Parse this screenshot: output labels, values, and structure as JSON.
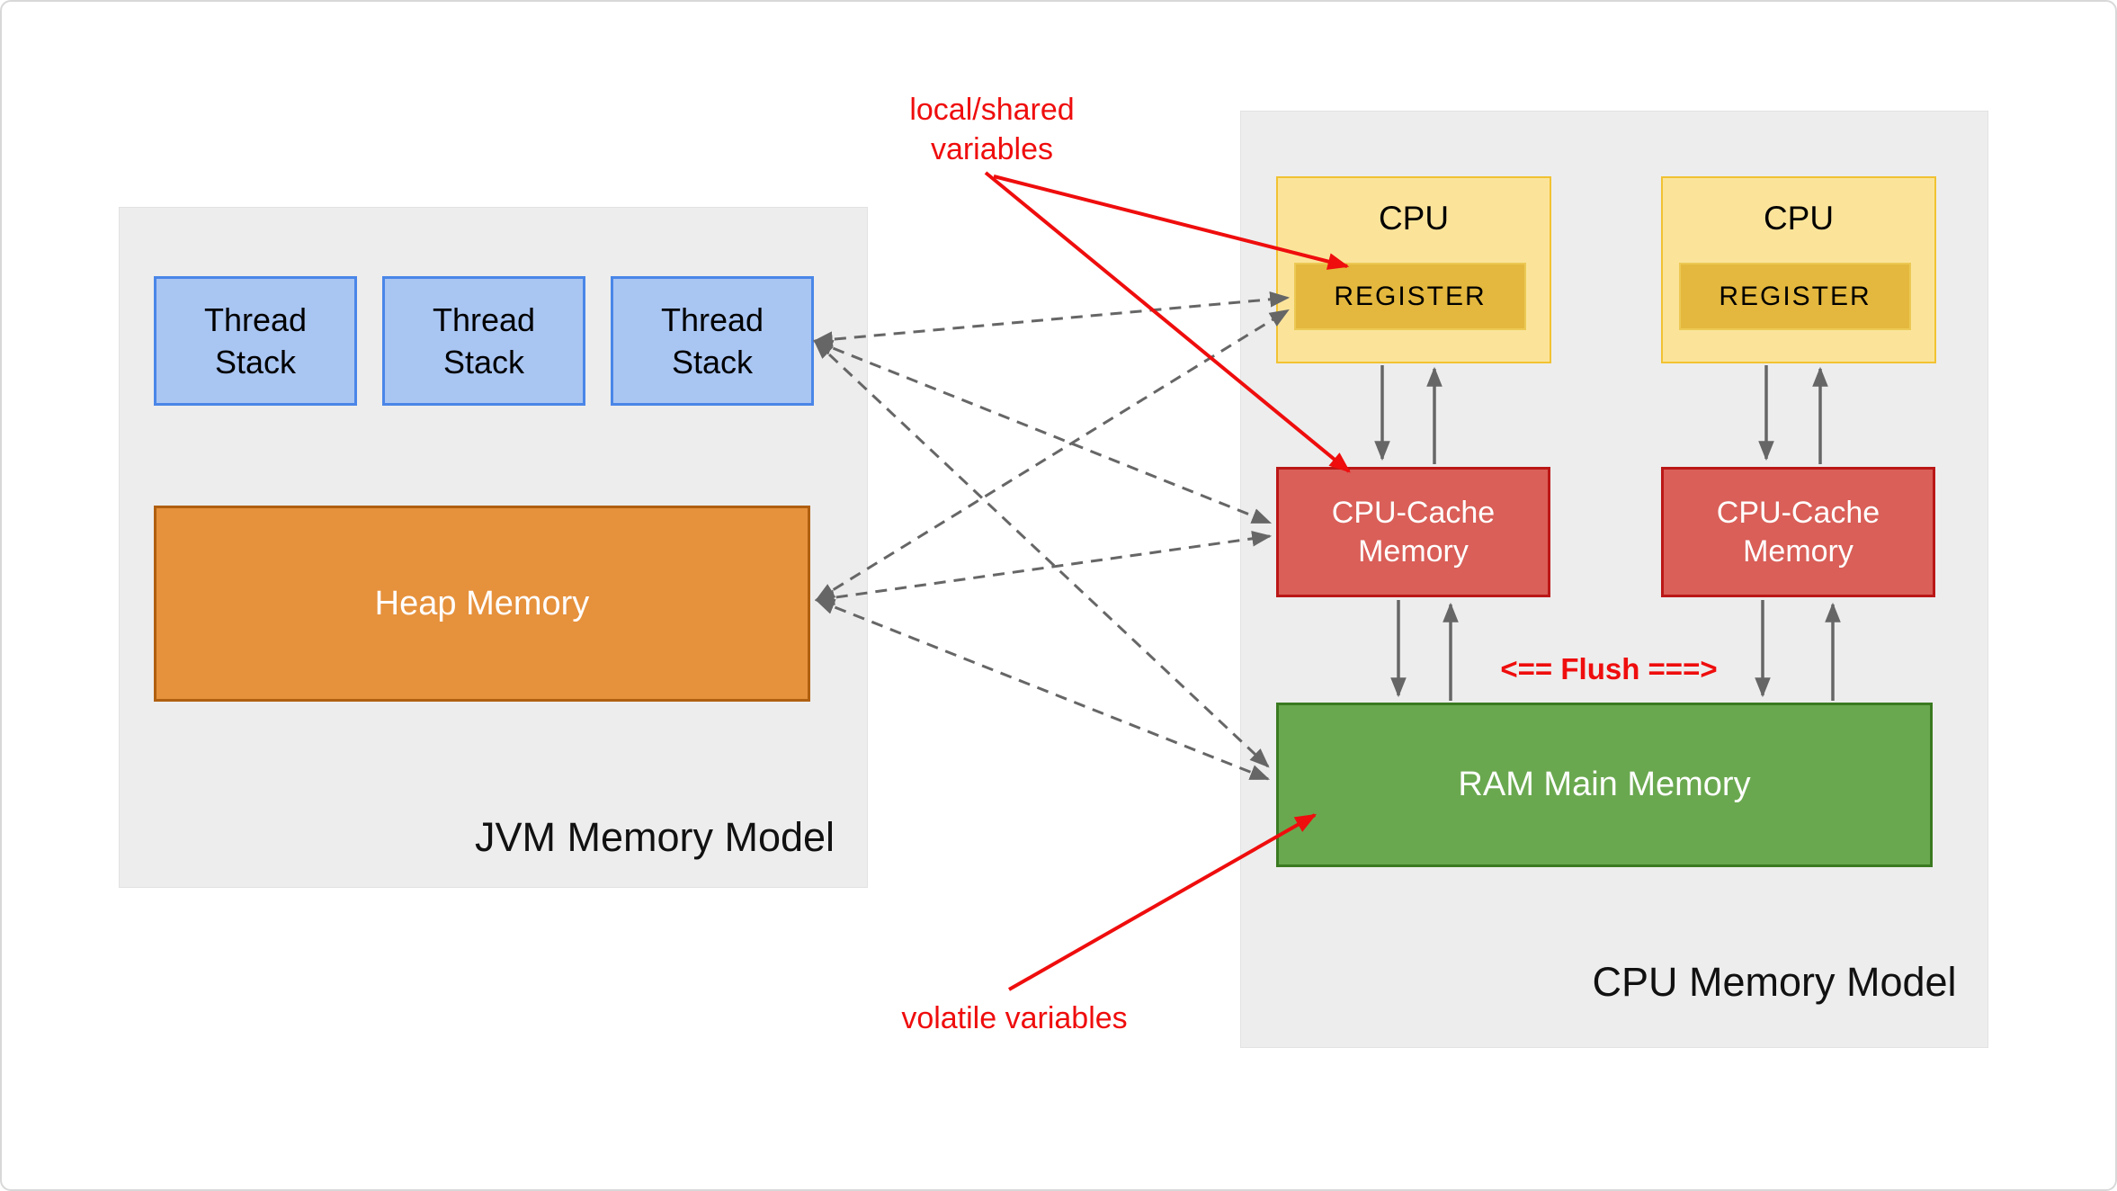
{
  "jvm_model": {
    "title": "JVM Memory Model",
    "thread_stacks": [
      "Thread Stack",
      "Thread Stack",
      "Thread Stack"
    ],
    "heap_label": "Heap Memory"
  },
  "cpu_model": {
    "title": "CPU Memory Model",
    "cpus": [
      {
        "label": "CPU",
        "register_label": "REGISTER",
        "cache_label": "CPU-Cache Memory"
      },
      {
        "label": "CPU",
        "register_label": "REGISTER",
        "cache_label": "CPU-Cache Memory"
      }
    ],
    "ram_label": "RAM Main Memory",
    "flush_label": "<== Flush ===>"
  },
  "annotations": {
    "local_shared": "local/shared variables",
    "volatile": "volatile variables"
  },
  "colors": {
    "panel_bg": "#ededed",
    "thread_stack_fill": "#a9c5f2",
    "thread_stack_border": "#4a86e8",
    "heap_fill": "#e6913c",
    "heap_border": "#b05f10",
    "cpu_fill": "#fbe49a",
    "cpu_border": "#f1c232",
    "register_fill": "#e4b83e",
    "cache_fill": "#d95f58",
    "cache_border": "#bb1717",
    "ram_fill": "#6aa84f",
    "ram_border": "#3a7a20",
    "annotation_red": "#ef0d0d",
    "arrow_gray": "#666666"
  }
}
